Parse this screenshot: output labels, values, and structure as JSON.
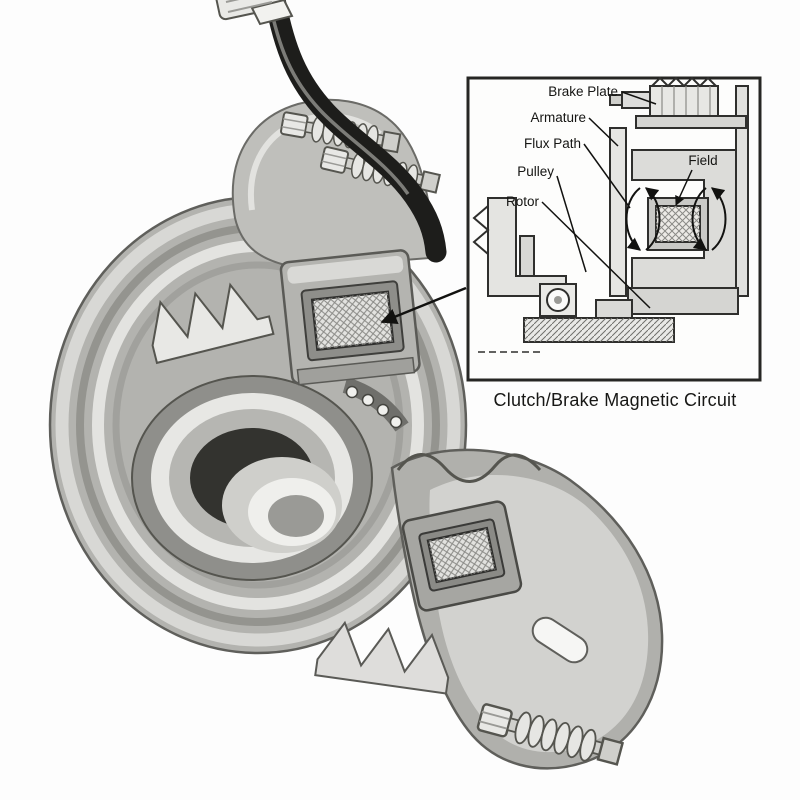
{
  "colors": {
    "paper": "#fdfdfd",
    "ink": "#1b1b19",
    "metal_light": "#ececea",
    "metal_mid": "#c2c2be",
    "metal_dark": "#8b8b87",
    "shadow": "#4a4a46",
    "cable": "#1d1d1b"
  },
  "inset": {
    "labels": {
      "brake_plate": "Brake Plate",
      "armature": "Armature",
      "flux_path": "Flux Path",
      "pulley": "Pulley",
      "rotor": "Rotor",
      "field": "Field"
    },
    "caption": "Clutch/Brake Magnetic Circuit"
  }
}
